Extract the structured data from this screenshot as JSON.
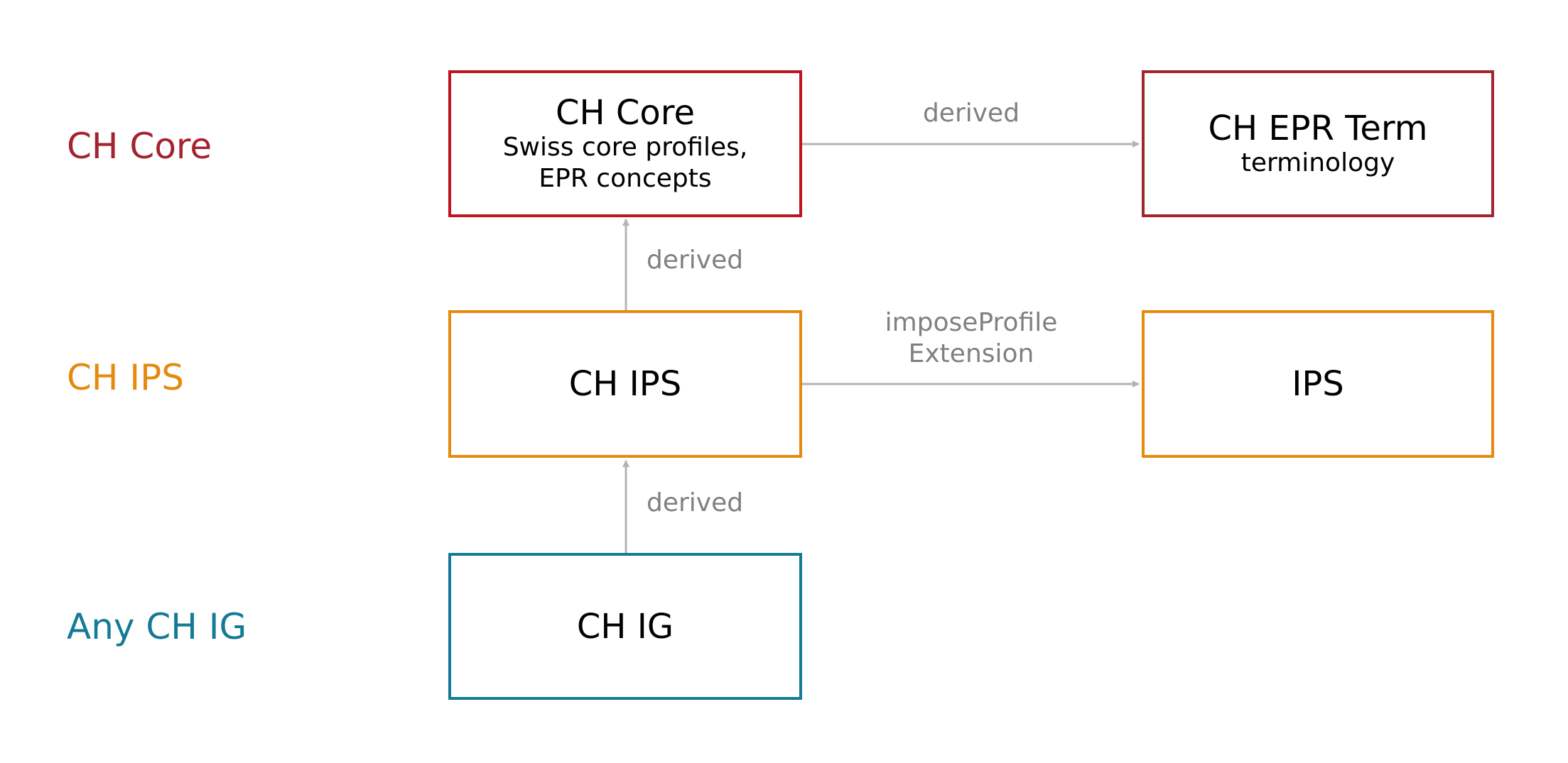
{
  "colors": {
    "core": "#a3232f",
    "core_border": "#c1121f",
    "ips": "#e6890f",
    "ig": "#157a96",
    "arrow": "#b4b4b4",
    "edge_text": "#808080"
  },
  "row_labels": {
    "core": "CH Core",
    "ips": "CH IPS",
    "ig": "Any CH IG"
  },
  "nodes": {
    "ch_core": {
      "title": "CH Core",
      "subtitle_1": "Swiss core profiles,",
      "subtitle_2": "EPR concepts"
    },
    "ch_epr_term": {
      "title": "CH EPR Term",
      "subtitle": "terminology"
    },
    "ch_ips": {
      "title": "CH IPS"
    },
    "ips": {
      "title": "IPS"
    },
    "ch_ig": {
      "title": "CH IG"
    }
  },
  "edges": {
    "core_to_epr": {
      "label": "derived"
    },
    "ips_to_core": {
      "label": "derived"
    },
    "ips_to_ips": {
      "label_1": "imposeProfile",
      "label_2": "Extension"
    },
    "ig_to_ips": {
      "label": "derived"
    }
  }
}
